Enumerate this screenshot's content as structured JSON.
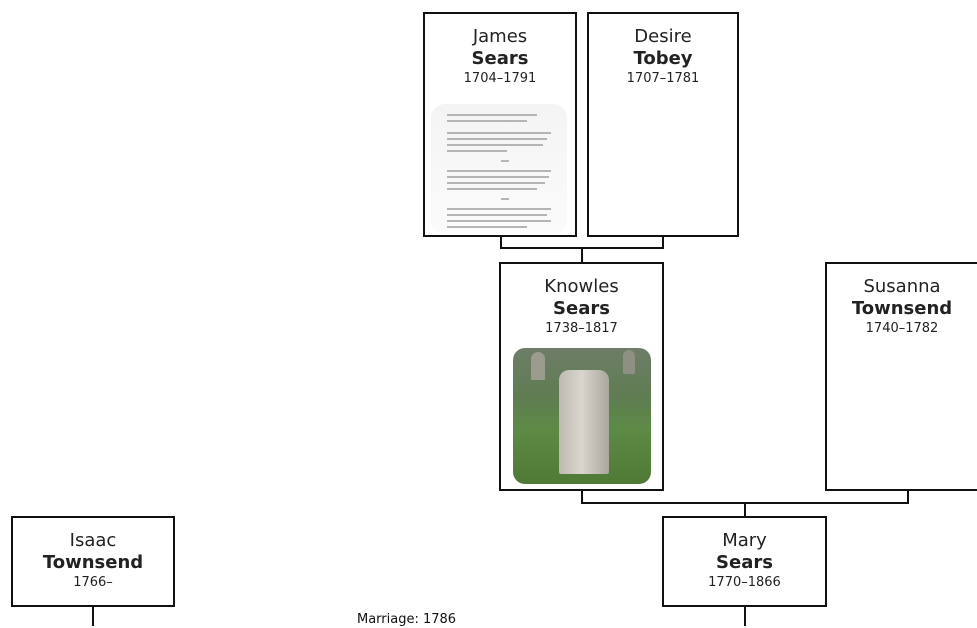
{
  "people": {
    "james": {
      "given": "James",
      "surname": "Sears",
      "dates": "1704–1791"
    },
    "desire": {
      "given": "Desire",
      "surname": "Tobey",
      "dates": "1707–1781"
    },
    "knowles": {
      "given": "Knowles",
      "surname": "Sears",
      "dates": "1738–1817"
    },
    "susanna": {
      "given": "Susanna",
      "surname": "Townsend",
      "dates": "1740–1782"
    },
    "isaac": {
      "given": "Isaac",
      "surname": "Townsend",
      "dates": "1766–"
    },
    "mary": {
      "given": "Mary",
      "surname": "Sears",
      "dates": "1770–1866"
    }
  },
  "marriage_label": "Marriage: 1786"
}
